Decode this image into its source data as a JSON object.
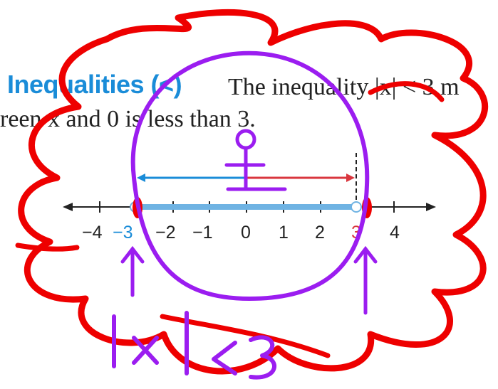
{
  "textbook": {
    "heading": "Inequalities (<)",
    "sentence_line1": "The inequality |x| < 3 m",
    "sentence_line2": "reen x and 0 is less than 3."
  },
  "number_line": {
    "ticks": [
      "−4",
      "−3",
      "−2",
      "−1",
      "0",
      "1",
      "2",
      "3",
      "4"
    ],
    "highlight_tick_left": "−3",
    "highlight_tick_right": "3",
    "solution_color": "#4aa3e0",
    "left_arrow_color": "#1a8cd8",
    "right_arrow_color": "#d9363e"
  },
  "annotation": {
    "ink_red": "#ee0000",
    "ink_purple": "#9b1df0",
    "handwritten_text": "|x| < 3",
    "stick_figure": "stick-figure"
  }
}
